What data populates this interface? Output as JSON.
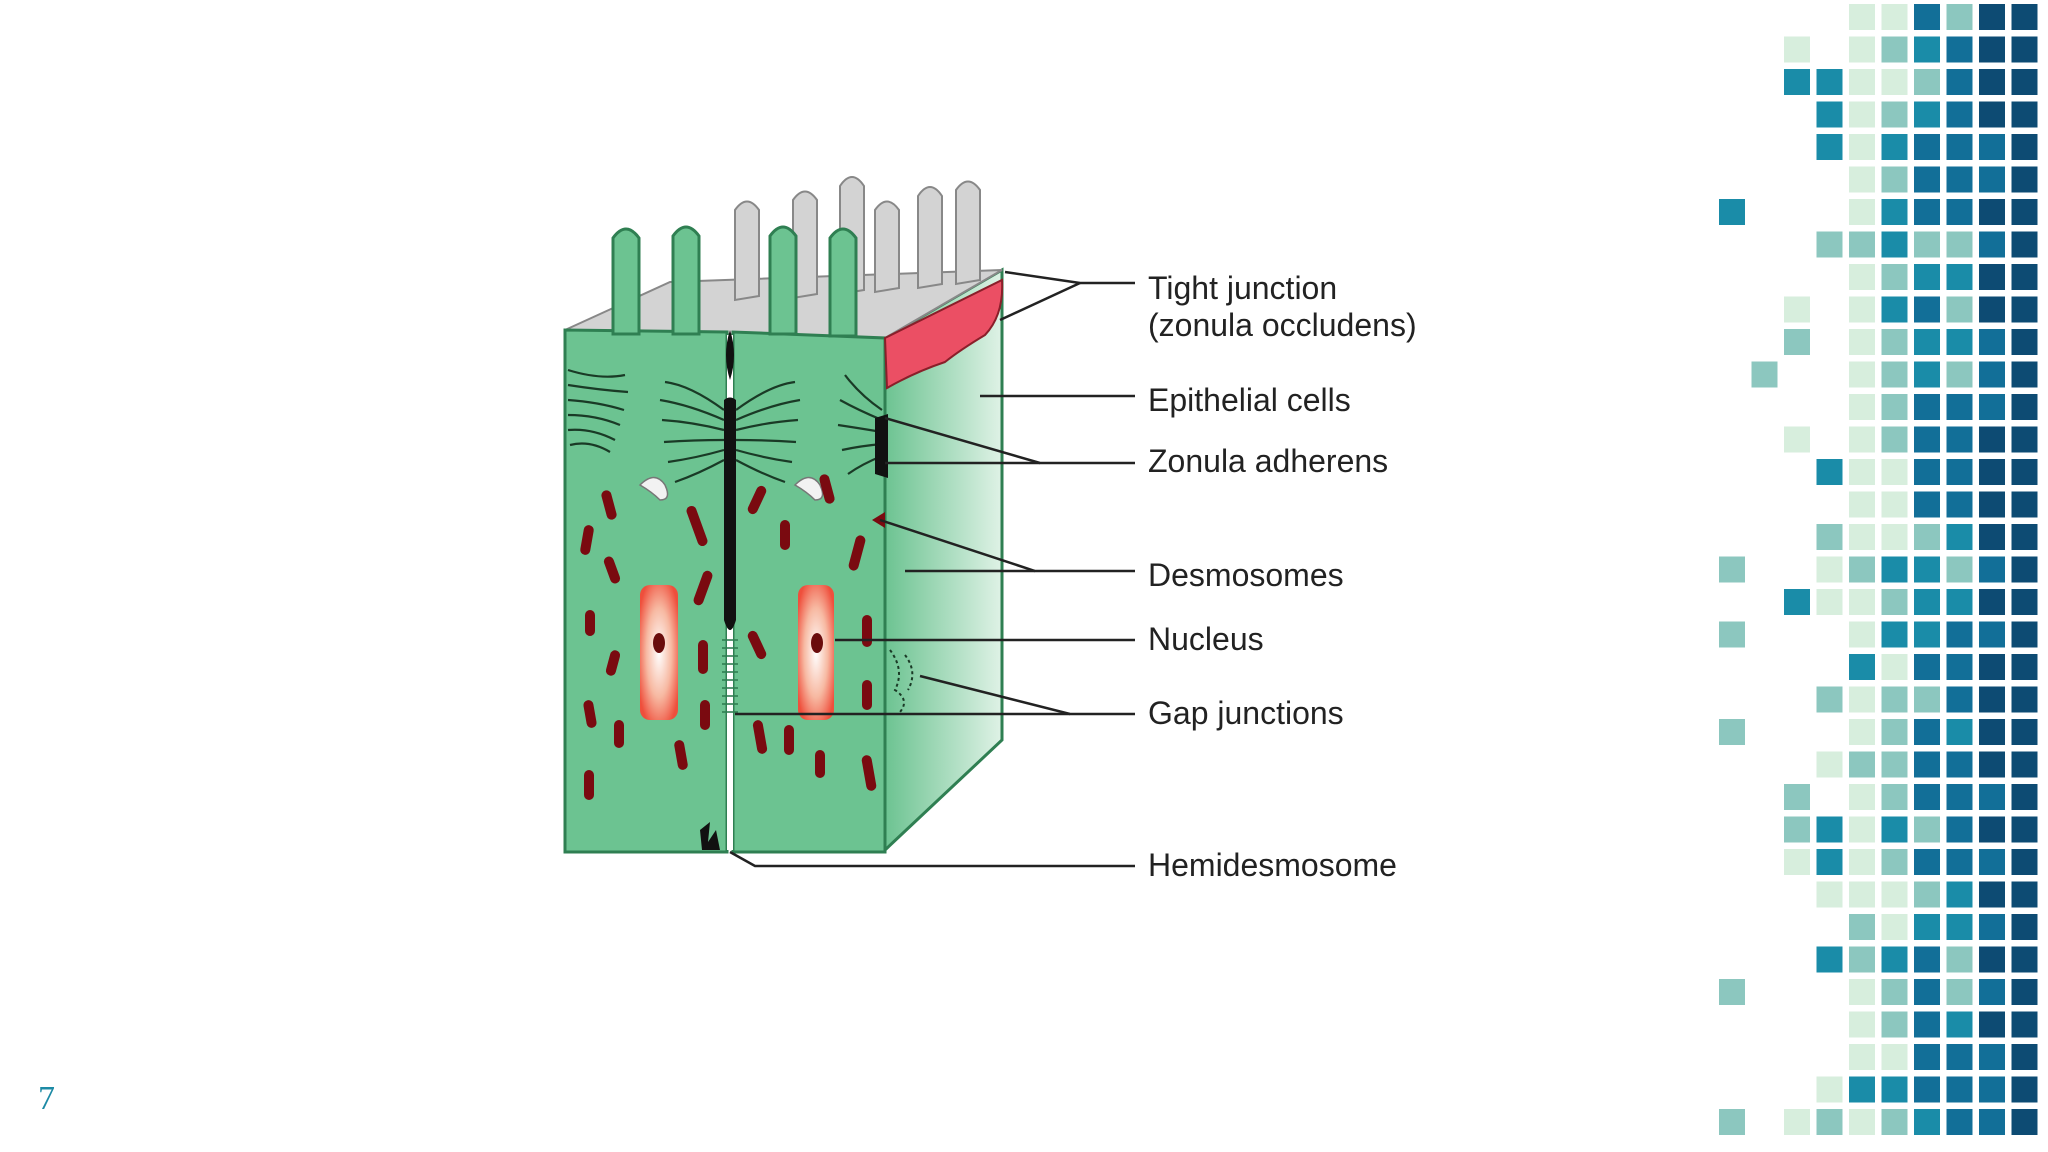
{
  "slide": {
    "page_number": "7"
  },
  "diagram": {
    "labels": {
      "tight_junction_line1": "Tight junction",
      "tight_junction_line2": "(zonula occludens)",
      "epithelial_cells": "Epithelial cells",
      "zonula_adherens": "Zonula adherens",
      "desmosomes": "Desmosomes",
      "nucleus": "Nucleus",
      "gap_junctions": "Gap junctions",
      "hemidesmosome": "Hemidesmosome"
    }
  },
  "colors": {
    "cell_green": "#6cc391",
    "cell_green_dark": "#2f7f52",
    "side_green_light": "#d9f0e2",
    "microvilli_gray": "#d3d3d3",
    "tight_junction_red": "#eb4f64",
    "nucleus_red": "#f37a5f",
    "organelle_dark_red": "#7a0a10",
    "mosaic": [
      "#d7eedd",
      "#8cc7bf",
      "#1a8ca8",
      "#126f98",
      "#0d4b73"
    ]
  }
}
